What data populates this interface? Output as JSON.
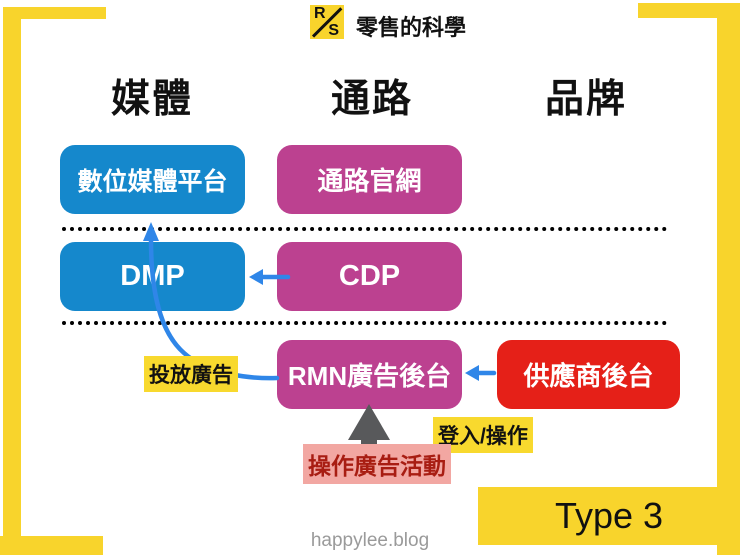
{
  "header": {
    "logo": {
      "top_letter": "R",
      "bottom_letter": "S"
    },
    "brand_name": "零售的科學"
  },
  "columns": [
    {
      "label": "媒體"
    },
    {
      "label": "通路"
    },
    {
      "label": "品牌"
    }
  ],
  "nodes": {
    "digital_media_platform": {
      "label": "數位媒體平台",
      "color": "#1588CC"
    },
    "channel_website": {
      "label": "通路官網",
      "color": "#BC4190"
    },
    "dmp": {
      "label": "DMP",
      "color": "#1588CC"
    },
    "cdp": {
      "label": "CDP",
      "color": "#BC4190"
    },
    "rmn_ad_backend": {
      "label": "RMN廣告後台",
      "color": "#BC4190"
    },
    "supplier_backend": {
      "label": "供應商後台",
      "color": "#E52018"
    }
  },
  "annotations": {
    "place_ads": {
      "label": "投放廣告",
      "bg": "#F8D92E",
      "color": "#111111"
    },
    "login_operate": {
      "label": "登入/操作",
      "bg": "#F8D92E",
      "color": "#111111"
    },
    "operate_ad_campaign": {
      "label": "操作廣告活動",
      "bg": "#F2A7A2",
      "color": "#A81D12"
    }
  },
  "badge": {
    "label": "Type 3"
  },
  "footer": {
    "site": "happylee.blog"
  },
  "colors": {
    "frame_yellow": "#F8D42C",
    "arrow_blue": "#2F86E8",
    "arrow_gray": "#58595B",
    "dotted_line": "#000000"
  }
}
